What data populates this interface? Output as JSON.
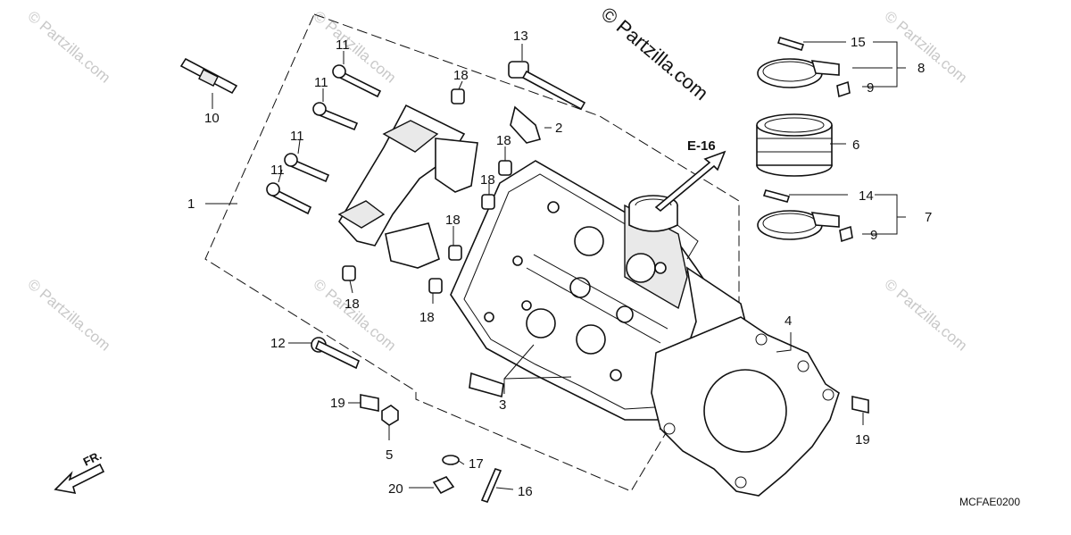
{
  "watermark": "© Partzilla.com",
  "copyright": "© Partzilla.com",
  "diagram_code": "MCFAE0200",
  "reference": "E-16",
  "front_indicator": "FR.",
  "callouts": {
    "c1": "1",
    "c2": "2",
    "c3": "3",
    "c4": "4",
    "c5": "5",
    "c6": "6",
    "c7": "7",
    "c8": "8",
    "c9a": "9",
    "c9b": "9",
    "c10": "10",
    "c11a": "11",
    "c11b": "11",
    "c11c": "11",
    "c11d": "11",
    "c12": "12",
    "c13": "13",
    "c14": "14",
    "c15": "15",
    "c16": "16",
    "c17": "17",
    "c18a": "18",
    "c18b": "18",
    "c18c": "18",
    "c18d": "18",
    "c18e": "18",
    "c18f": "18",
    "c19a": "19",
    "c19b": "19",
    "c20": "20"
  }
}
